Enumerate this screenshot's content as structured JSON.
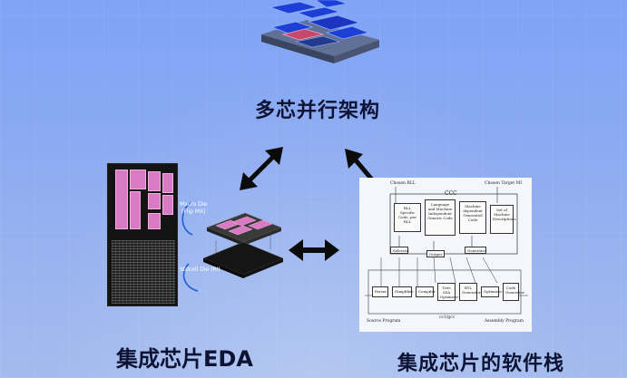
{
  "titles": {
    "top": "多芯并行架构",
    "left": "集成芯片EDA",
    "right": "集成芯片的软件栈"
  },
  "eda_figure": {
    "labels": [
      "Macro Die",
      "(Flip MX)",
      "Stdcell Die (RI)"
    ]
  },
  "software_stack_figure": {
    "top_labels": [
      "Chosen RLL",
      "CCC",
      "Chosen Target MI"
    ],
    "blocks": [
      "RLL Specific Code, per RLL",
      "Language and Machine Independent Generic Code",
      "Machine dependent Generated Code",
      "Set of Machine Descriptions"
    ],
    "middle_labels": [
      "Selected",
      "Output",
      "Generated"
    ],
    "passes": [
      "Parser",
      "Gimplifier",
      "Compiler",
      "Tree SSA Optimizer",
      "RTL Generator",
      "Optimizer",
      "Code Generator"
    ],
    "bottom_labels": [
      "Source Program",
      "cc1/gcc",
      "Assembly Program"
    ]
  },
  "colors": {
    "background": "#8aa9f2",
    "title_text": "#0d1333",
    "arrow": "#0b0b0b",
    "eda_pink": "#d87ac4",
    "chip_blue": "#1c3fd6"
  }
}
